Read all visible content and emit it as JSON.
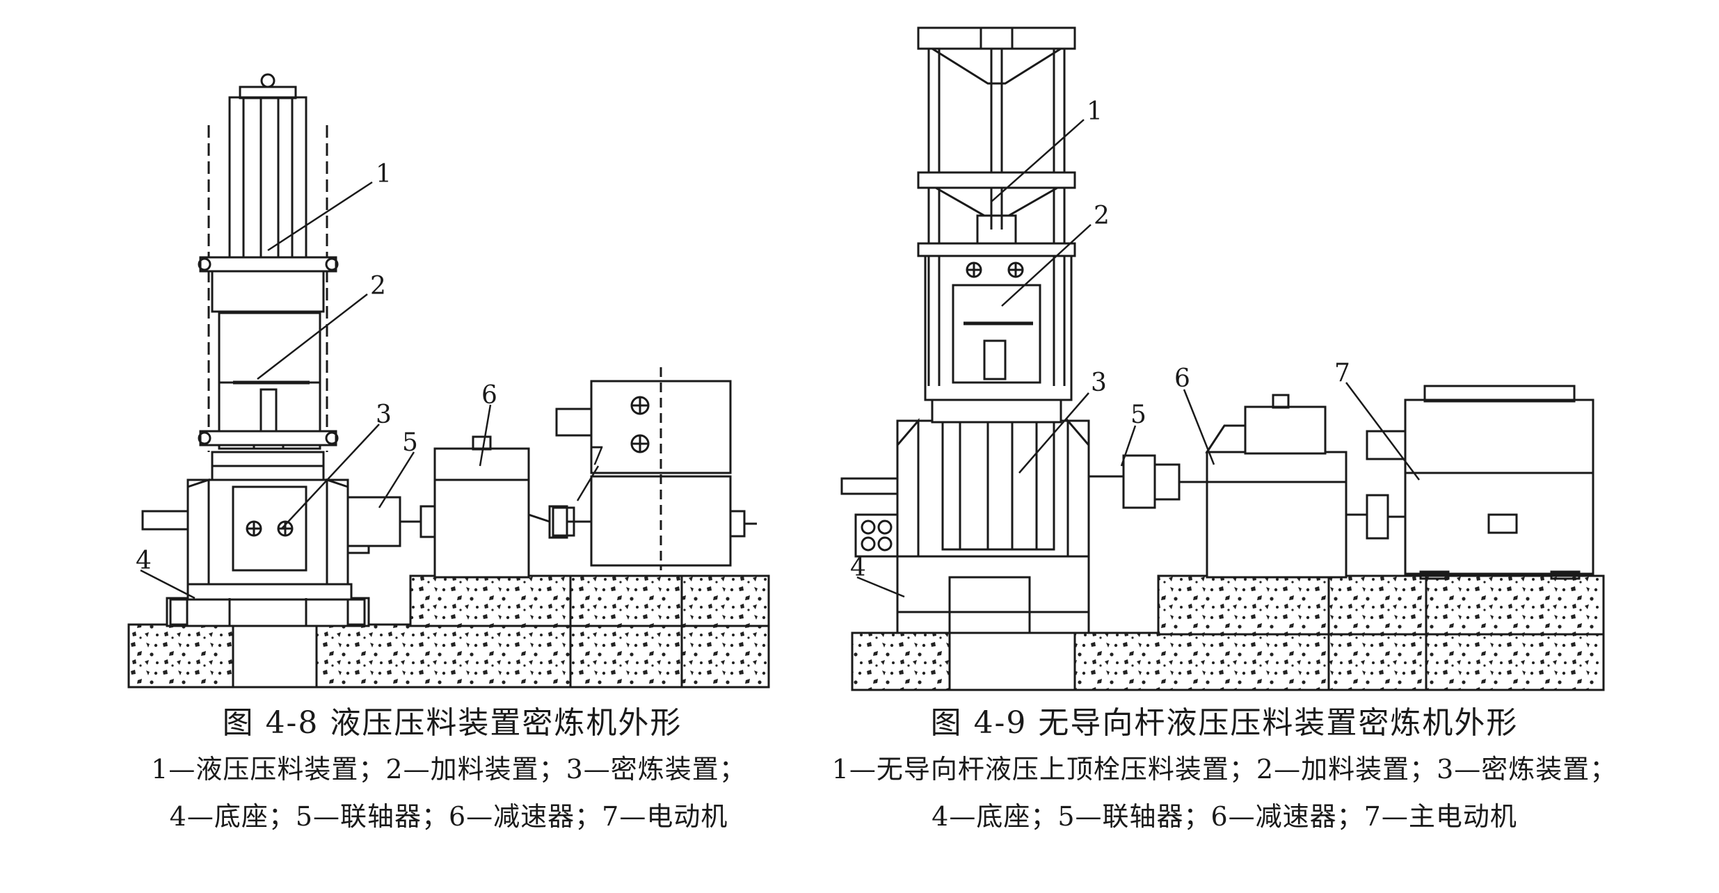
{
  "figure_left": {
    "title": "图 4-8   液压压料装置密炼机外形",
    "legend_line1": "1—液压压料装置；2—加料装置；3—密炼装置；",
    "legend_line2": "4—底座；5—联轴器；6—减速器；7—电动机",
    "callouts": [
      "1",
      "2",
      "3",
      "4",
      "5",
      "6",
      "7"
    ]
  },
  "figure_right": {
    "title": "图 4-9   无导向杆液压压料装置密炼机外形",
    "legend_line1": "1—无导向杆液压上顶栓压料装置；2—加料装置；3—密炼装置；",
    "legend_line2": "4—底座；5—联轴器；6—减速器；7—主电动机",
    "callouts": [
      "1",
      "2",
      "3",
      "4",
      "5",
      "6",
      "7"
    ]
  }
}
